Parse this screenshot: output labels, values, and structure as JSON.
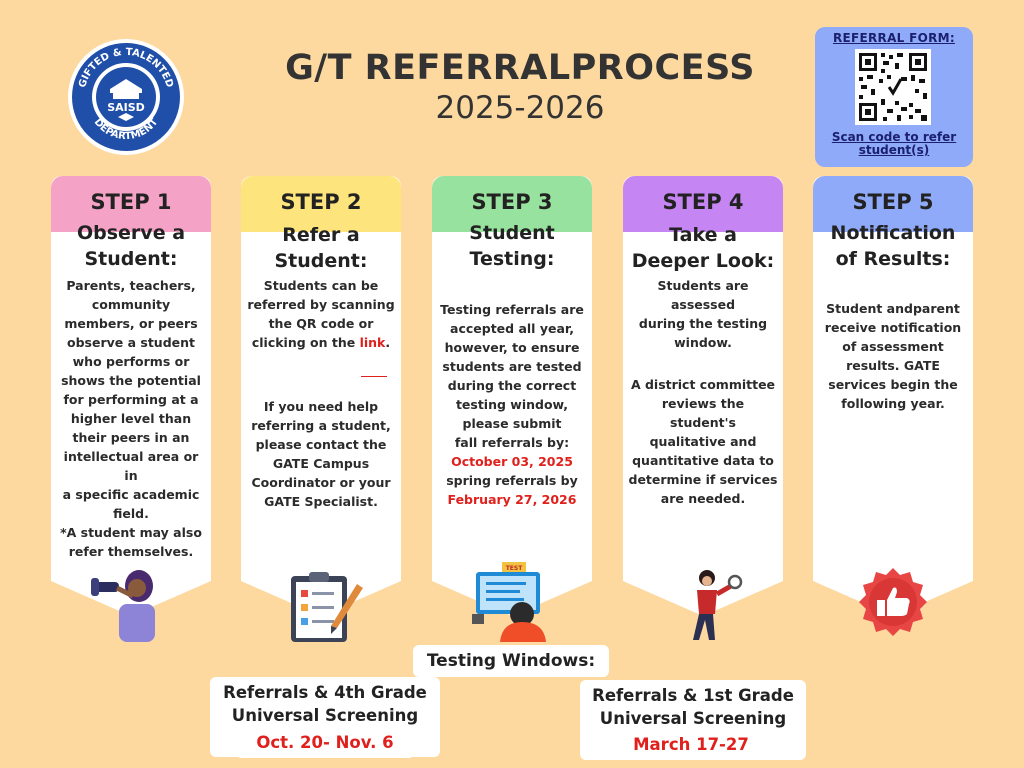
{
  "seal": {
    "top_text": "GIFTED & TALENTED",
    "center_text": "SAISD",
    "bottom_text": "DEPARTMENT"
  },
  "header": {
    "title": "G/T REFERRALPROCESS",
    "year": "2025-2026"
  },
  "referral_form": {
    "title": "REFERRAL FORM:",
    "caption": "Scan code to refer student(s)"
  },
  "steps": [
    {
      "step": "STEP 1",
      "title_lines": [
        "Observe a",
        "Student:"
      ],
      "body": [
        "Parents, teachers,",
        "community",
        "members, or peers",
        "observe a student",
        "who performs or",
        "shows the potential",
        "for performing at a",
        "higher level than",
        "their peers in an",
        "intellectual area or in",
        "a specific academic",
        "field.",
        "*A student may also",
        "refer themselves."
      ]
    },
    {
      "step": "STEP 2",
      "title_lines": [
        "Refer a",
        "Student:"
      ],
      "body_a": [
        "Students can be",
        "referred by scanning",
        "the QR code or"
      ],
      "body_link_prefix": "clicking on the ",
      "link": "link",
      "body_link_suffix": ".",
      "body_b": [
        "If you need help",
        "referring a student,",
        "please contact the",
        "GATE Campus",
        "Coordinator or your",
        "GATE Specialist."
      ]
    },
    {
      "step": "STEP 3",
      "title_lines": [
        "Student",
        "Testing:"
      ],
      "body": [
        "Testing referrals are",
        "accepted all year,",
        "however, to ensure",
        "students are tested",
        "during the correct",
        "testing window,",
        "please submit",
        "fall referrals by:"
      ],
      "fall_date": "October 03, 2025",
      "spring_text": "spring referrals by",
      "spring_date": "February 27, 2026"
    },
    {
      "step": "STEP 4",
      "title_lines": [
        "Take a",
        "Deeper Look:"
      ],
      "body_a": [
        "Students are assessed",
        "during the testing",
        "window."
      ],
      "body_b": [
        "A district committee",
        "reviews the student's",
        "qualitative and",
        "quantitative data to",
        "determine if services",
        "are needed."
      ]
    },
    {
      "step": "STEP 5",
      "title_lines": [
        "Notification",
        "of Results:"
      ],
      "body": [
        "Student andparent",
        "receive notification",
        "of assessment",
        "results. GATE",
        "services begin the",
        "following year."
      ]
    }
  ],
  "illustrations": {
    "step3_sign": "TEST"
  },
  "testing_windows": {
    "label": "Testing Windows:",
    "fall": {
      "lines": [
        "Referrals & 4th Grade",
        "Universal Screening"
      ],
      "dates": "Oct. 20- Nov. 6"
    },
    "spring": {
      "lines": [
        "Referrals & 1st Grade",
        "Universal Screening"
      ],
      "dates": "March 17-27"
    }
  },
  "colors": {
    "background": "#fdd9a0",
    "step1": "#f4a3c6",
    "step2": "#fde47d",
    "step3": "#96e29e",
    "step4": "#c586f3",
    "step5": "#8faaf8",
    "accent_red": "#e0201c",
    "seal_blue": "#1f4fa8"
  }
}
